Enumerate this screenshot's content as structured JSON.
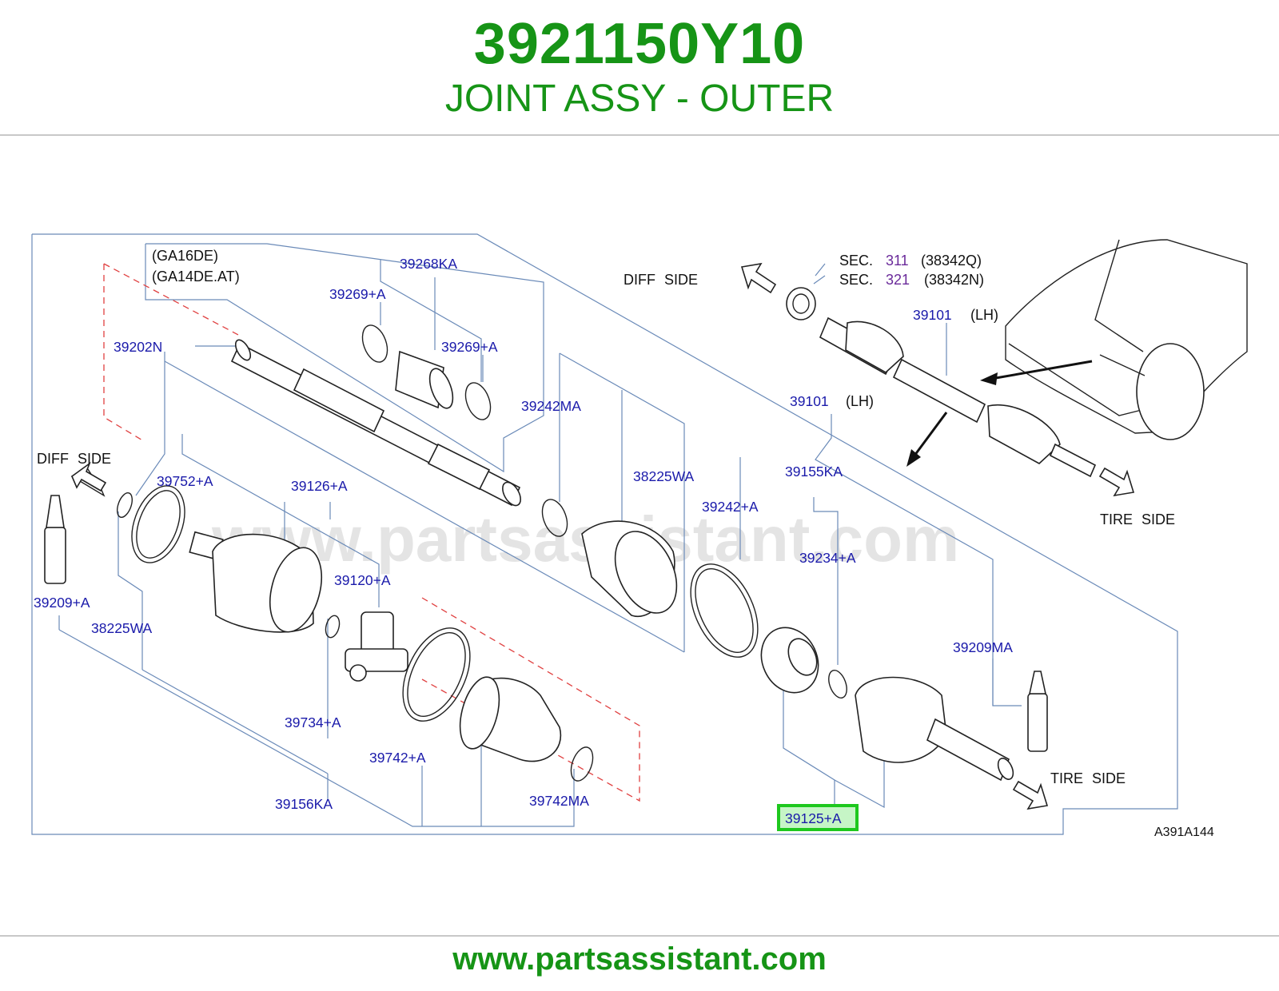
{
  "header": {
    "part_number": "3921150Y10",
    "part_title": "JOINT ASSY - OUTER"
  },
  "diagram": {
    "watermark": "www.partsassistant.com",
    "variant_note_1": "(GA16DE)",
    "variant_note_2": "(GA14DE.AT)",
    "diff_side_left": "DIFF SIDE",
    "diff_side_top": "DIFF SIDE",
    "tire_side_top": "TIRE SIDE",
    "tire_side_bottom": "TIRE SIDE",
    "sec_label_1": "SEC.",
    "sec_num_1": "311",
    "sec_ref_1": "(38342Q)",
    "sec_label_2": "SEC.",
    "sec_num_2": "321",
    "sec_ref_2": "(38342N)",
    "lh_1": "(LH)",
    "lh_2": "(LH)",
    "drawing_code": "A391A144",
    "highlighted_part": "39125+A",
    "parts": {
      "p39268KA": "39268KA",
      "p39269A_1": "39269+A",
      "p39269A_2": "39269+A",
      "p39202N": "39202N",
      "p39242MA": "39242MA",
      "p38225WA_1": "38225WA",
      "p39242A": "39242+A",
      "p39101_1": "39101",
      "p39101_2": "39101",
      "p39155KA": "39155KA",
      "p39234A": "39234+A",
      "p39209MA": "39209MA",
      "p39752A": "39752+A",
      "p39126A": "39126+A",
      "p39120A": "39120+A",
      "p39209A": "39209+A",
      "p38225WA_2": "38225WA",
      "p39734A": "39734+A",
      "p39742A": "39742+A",
      "p39742MA": "39742MA",
      "p39156KA": "39156KA"
    }
  },
  "footer": {
    "url": "www.partsassistant.com"
  },
  "colors": {
    "brand_green": "#169416",
    "label_blue": "#1a1aaa",
    "highlight_green": "#1ec81e",
    "highlight_fill": "#c6f5c6"
  }
}
